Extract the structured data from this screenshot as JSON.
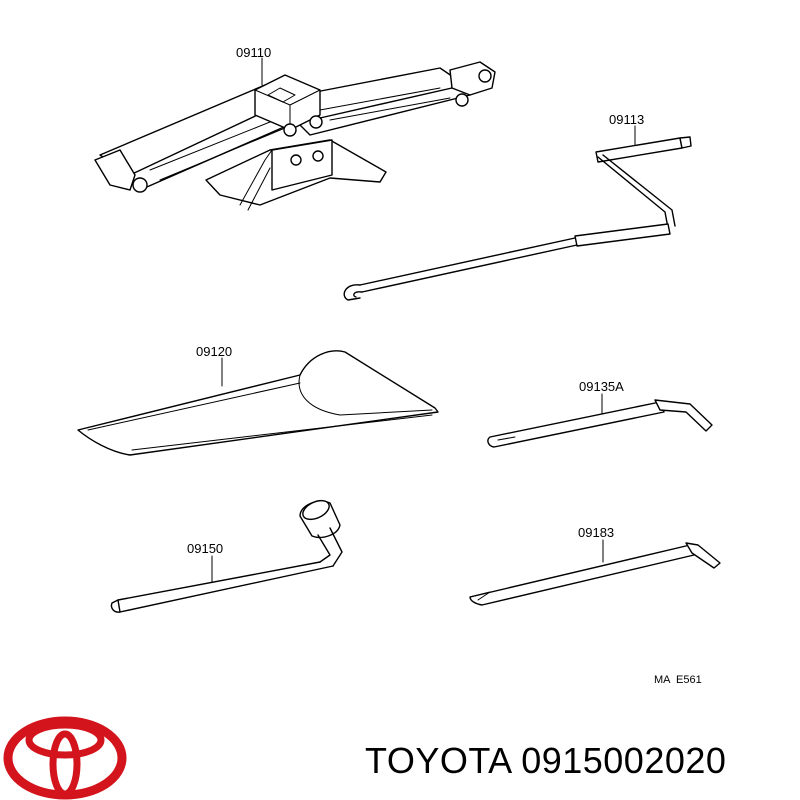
{
  "parts": [
    {
      "id": "jack",
      "label": "09110"
    },
    {
      "id": "jack-handle",
      "label": "09113"
    },
    {
      "id": "tool-bag",
      "label": "09120"
    },
    {
      "id": "bar",
      "label": "09135A"
    },
    {
      "id": "wheel-wrench",
      "label": "09150"
    },
    {
      "id": "pry-bar",
      "label": "09183"
    }
  ],
  "diagram_code": "MA  E561",
  "brand": {
    "text": "TOYOTA 0915002020",
    "logo": "toyota-logo",
    "logo_color": "#d4141c"
  }
}
